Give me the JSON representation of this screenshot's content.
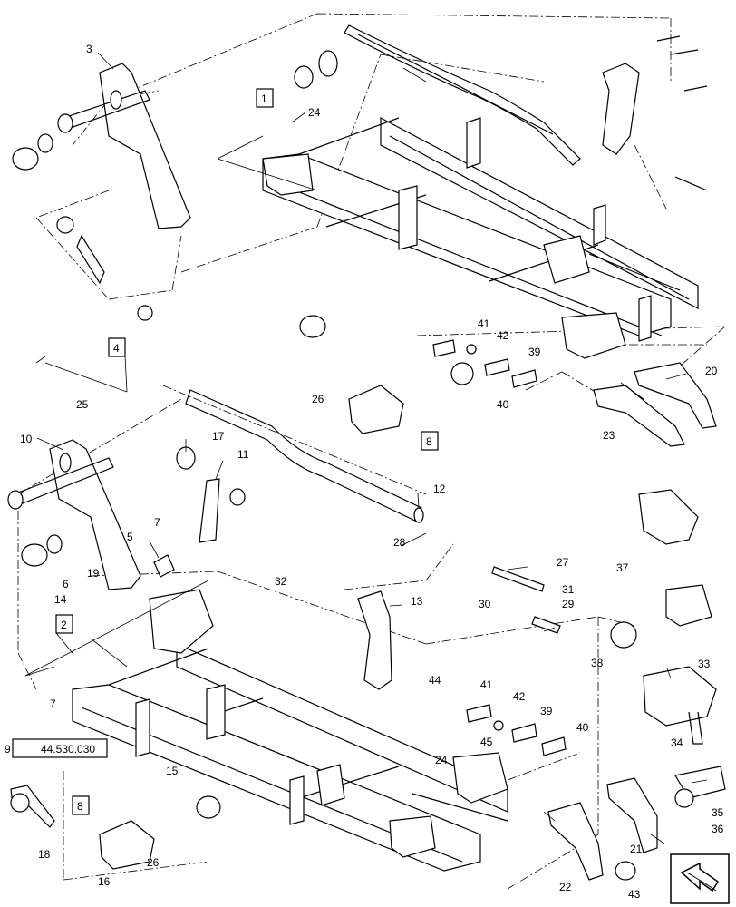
{
  "callouts": [
    {
      "id": "c3",
      "text": "3"
    },
    {
      "id": "c24a",
      "text": "24"
    },
    {
      "id": "c1",
      "text": "1"
    },
    {
      "id": "c4",
      "text": "4"
    },
    {
      "id": "c25",
      "text": "25"
    },
    {
      "id": "c41a",
      "text": "41"
    },
    {
      "id": "c42a",
      "text": "42"
    },
    {
      "id": "c39a",
      "text": "39"
    },
    {
      "id": "c40a",
      "text": "40"
    },
    {
      "id": "c26a",
      "text": "26"
    },
    {
      "id": "c8a",
      "text": "8"
    },
    {
      "id": "c20",
      "text": "20"
    },
    {
      "id": "c23",
      "text": "23"
    },
    {
      "id": "c10",
      "text": "10"
    },
    {
      "id": "c17",
      "text": "17"
    },
    {
      "id": "c11",
      "text": "11"
    },
    {
      "id": "c12",
      "text": "12"
    },
    {
      "id": "c7a",
      "text": "7"
    },
    {
      "id": "c5",
      "text": "5"
    },
    {
      "id": "c28",
      "text": "28"
    },
    {
      "id": "c19",
      "text": "19"
    },
    {
      "id": "c6",
      "text": "6"
    },
    {
      "id": "c14",
      "text": "14"
    },
    {
      "id": "c27",
      "text": "27"
    },
    {
      "id": "c32",
      "text": "32"
    },
    {
      "id": "c13",
      "text": "13"
    },
    {
      "id": "c37",
      "text": "37"
    },
    {
      "id": "c31",
      "text": "31"
    },
    {
      "id": "c30",
      "text": "30"
    },
    {
      "id": "c29",
      "text": "29"
    },
    {
      "id": "c2",
      "text": "2"
    },
    {
      "id": "c44",
      "text": "44"
    },
    {
      "id": "c38",
      "text": "38"
    },
    {
      "id": "c33",
      "text": "33"
    },
    {
      "id": "c7b",
      "text": "7"
    },
    {
      "id": "c41b",
      "text": "41"
    },
    {
      "id": "c42b",
      "text": "42"
    },
    {
      "id": "c39b",
      "text": "39"
    },
    {
      "id": "c40b",
      "text": "40"
    },
    {
      "id": "c9",
      "text": "9"
    },
    {
      "id": "c24b",
      "text": "24"
    },
    {
      "id": "c45",
      "text": "45"
    },
    {
      "id": "c34",
      "text": "34"
    },
    {
      "id": "c15",
      "text": "15"
    },
    {
      "id": "c8b",
      "text": "8"
    },
    {
      "id": "c35",
      "text": "35"
    },
    {
      "id": "c36",
      "text": "36"
    },
    {
      "id": "c21",
      "text": "21"
    },
    {
      "id": "c18",
      "text": "18"
    },
    {
      "id": "c26b",
      "text": "26"
    },
    {
      "id": "c16",
      "text": "16"
    },
    {
      "id": "c22",
      "text": "22"
    },
    {
      "id": "c43",
      "text": "43"
    }
  ],
  "reference_box": "44.530.030",
  "icons": {
    "nav_arrow": "page-arrow-icon"
  }
}
